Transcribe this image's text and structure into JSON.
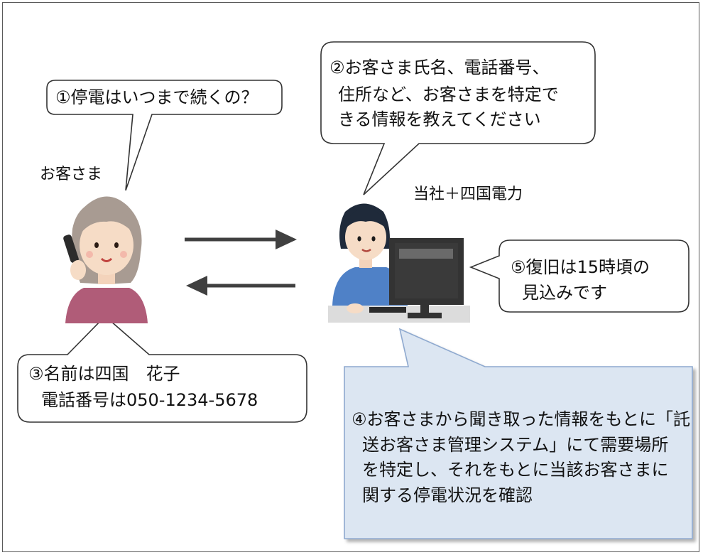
{
  "speakers": {
    "customer": "お客さま",
    "company": "当社＋四国電力"
  },
  "bubbles": {
    "b1": [
      "①停電はいつまで続くの？"
    ],
    "b2": [
      "②お客さま氏名、電話番号、",
      "住所など、お客さまを特定で",
      "きる情報を教えてください"
    ],
    "b3": [
      "③名前は四国　花子",
      "電話番号は050-1234-5678"
    ],
    "b4": [
      "④お客さまから聞き取った情報をもとに「託",
      "送お客さま管理システム」にて需要場所",
      "を特定し、それをもとに当該お客さまに",
      "関する停電状況を確認"
    ],
    "b5": [
      "⑤復旧は15時頃の",
      "見込みです"
    ]
  },
  "colors": {
    "border": "#333333",
    "bubble_fill": "#ffffff",
    "note_fill": "#dce6f2",
    "note_border": "#8ea9cf",
    "arrow": "#404040"
  },
  "icons": [
    "customer-illustration",
    "operator-illustration",
    "right-arrow-icon",
    "left-arrow-icon"
  ]
}
